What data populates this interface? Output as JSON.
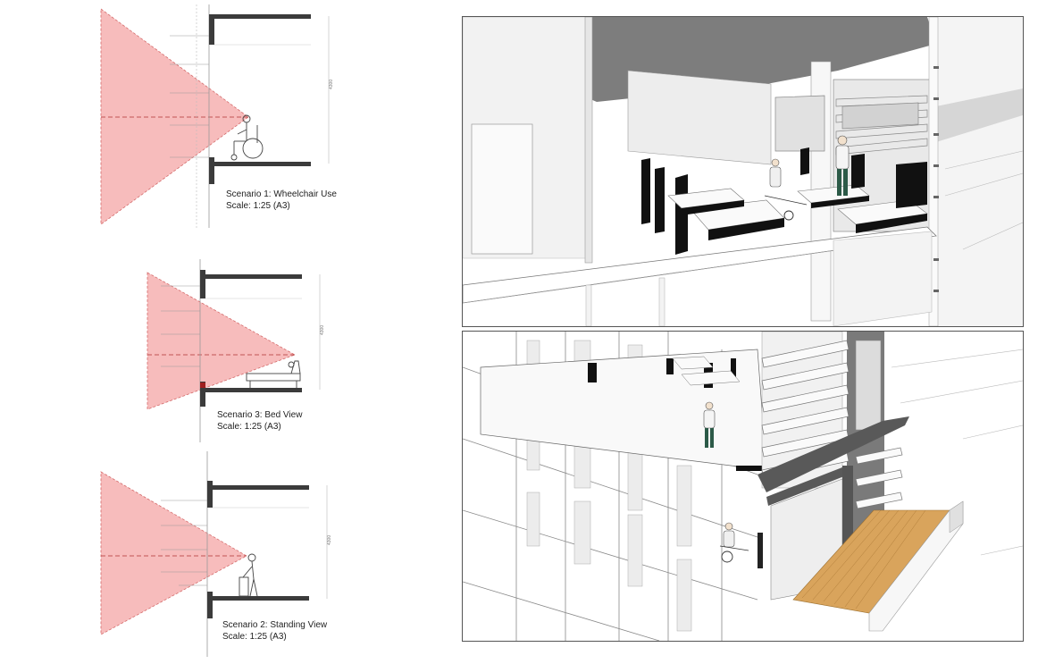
{
  "sections": [
    {
      "id": "scenario-1",
      "title": "Scenario 1: Wheelchair Use",
      "scale": "Scale: 1:25 (A3)",
      "dimension_label": "4300",
      "figure": "wheelchair"
    },
    {
      "id": "scenario-3",
      "title": "Scenario 3: Bed View",
      "scale": "Scale: 1:25 (A3)",
      "dimension_label": "4300",
      "figure": "bed"
    },
    {
      "id": "scenario-2",
      "title": "Scenario 2: Standing View",
      "scale": "Scale: 1:25 (A3)",
      "dimension_label": "4300",
      "figure": "standing"
    }
  ],
  "views": [
    {
      "id": "interior-perspective",
      "kind": "axonometric interior cut-away"
    },
    {
      "id": "facade-perspective",
      "kind": "axonometric facade with balcony"
    }
  ],
  "colors": {
    "sight_cone_fill": "#f7bcbc",
    "sight_cone_stroke": "#d46a6a",
    "slab": "#3b3b3b",
    "frame": "#555555",
    "deck": "#d9a45c",
    "shadow": "#111111",
    "sky_grey": "#cfcfcf"
  }
}
